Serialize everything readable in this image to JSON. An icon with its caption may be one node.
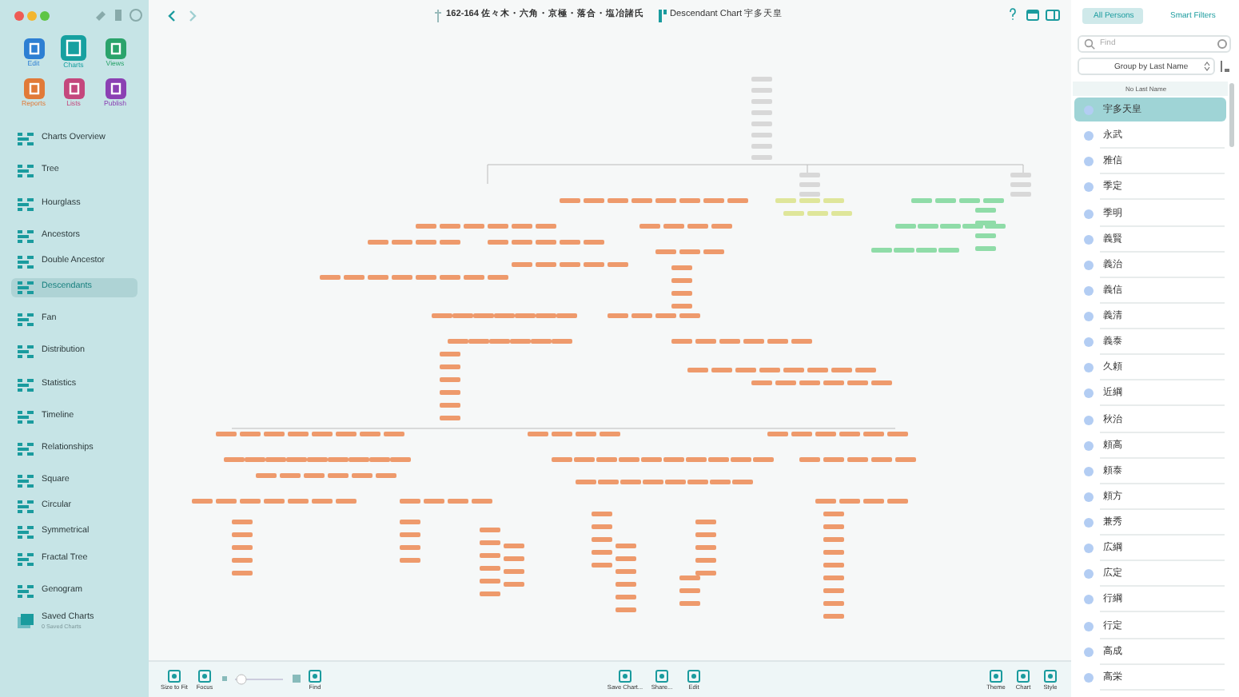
{
  "diagram": {
    "labels": [
      "Edit",
      "Charts",
      "Views",
      "Reports",
      "Lists",
      "Publish",
      "Charts Overview",
      "Tree",
      "Hourglass",
      "Ancestors",
      "Double Ancestor",
      "Descendants",
      "Fan",
      "Distribution",
      "Statistics",
      "Timeline",
      "Relationships",
      "Square",
      "Circular",
      "Symmetrical",
      "Fractal Tree",
      "Genogram",
      "Saved Charts",
      "0 Saved Charts",
      "162-164 佐々木・六角・京極・落合・塩冶諸氏",
      "Descendant Chart 宇多天皇",
      "All Persons",
      "Smart Filters",
      "Find",
      "Group by Last Name",
      "No Last Name",
      "宇多天皇",
      "永武",
      "雅信",
      "季定",
      "季明",
      "義賢",
      "義治",
      "義信",
      "義清",
      "義泰",
      "久頼",
      "近綱",
      "秋治",
      "頼高",
      "頼泰",
      "頼方",
      "兼秀",
      "広綱",
      "広定",
      "行綱",
      "行定",
      "高成",
      "高栄",
      "Size to Fit",
      "Focus",
      "Find",
      "Save Chart...",
      "Share...",
      "Edit",
      "Theme",
      "Chart",
      "Style"
    ]
  }
}
